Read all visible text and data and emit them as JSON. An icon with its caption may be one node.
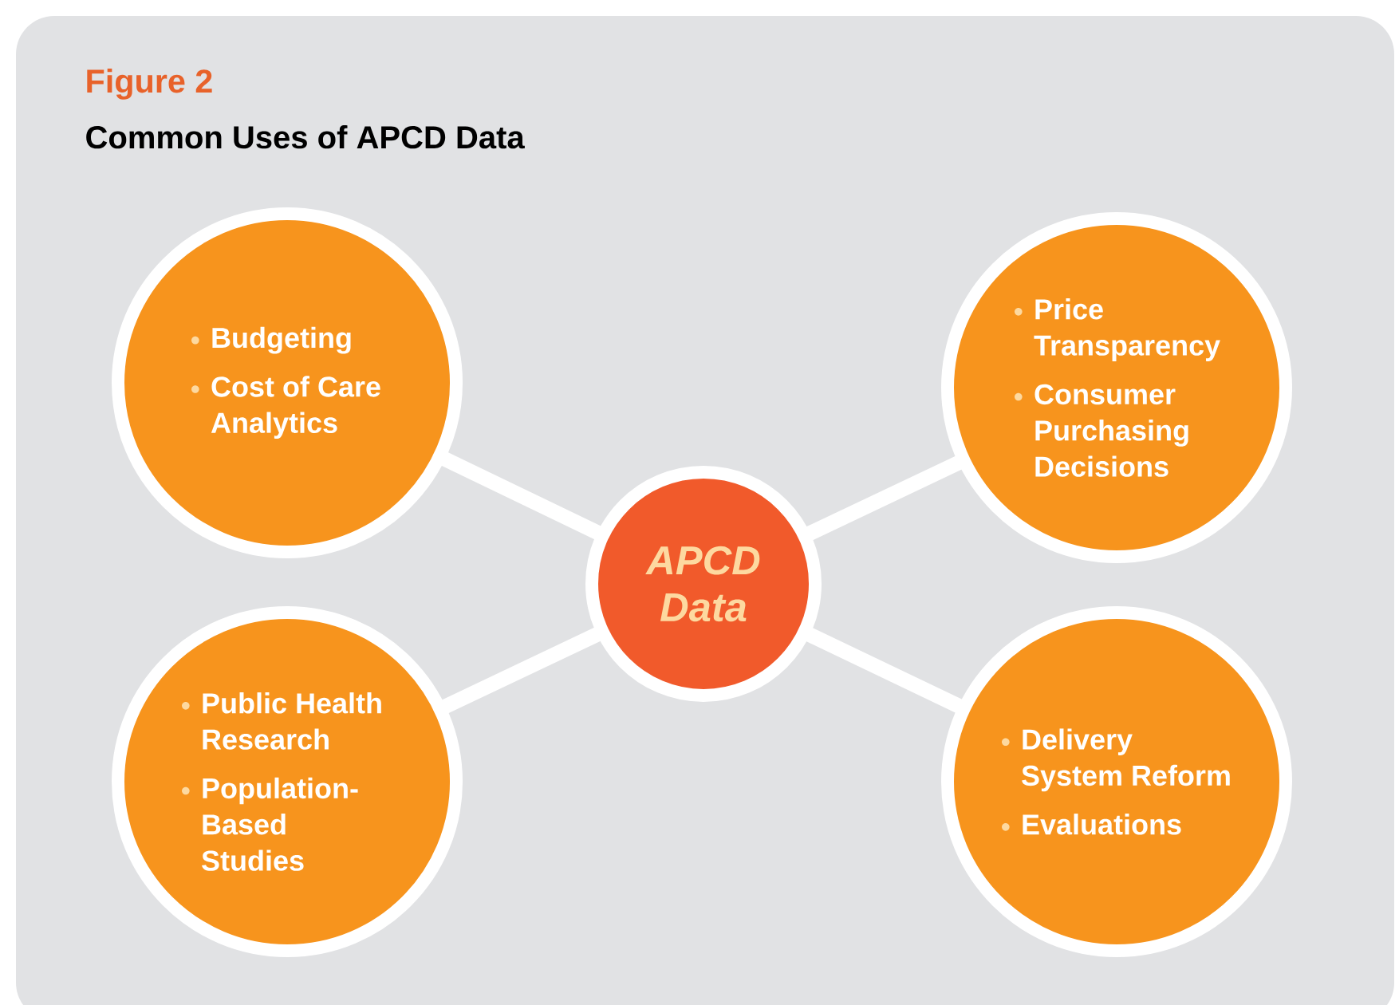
{
  "diagram": {
    "title": "Common Uses of APCD Data",
    "nodes": [
      {
        "text": [
          "Budgeting",
          "Cost of Care Analytics"
        ]
      },
      {
        "text": [
          "Price Transparency",
          "Consumer Purchasing Decisions"
        ]
      },
      {
        "text": [
          "APCD Data"
        ]
      },
      {
        "text": [
          "Public Health Research",
          "Population-Based Studies"
        ]
      },
      {
        "text": [
          "Delivery System Reform",
          "Evaluations"
        ]
      }
    ],
    "edges": [
      {
        "from": 2,
        "to": 0,
        "arrow": "none"
      },
      {
        "from": 2,
        "to": 1,
        "arrow": "none"
      },
      {
        "from": 2,
        "to": 3,
        "arrow": "none"
      },
      {
        "from": 2,
        "to": 4,
        "arrow": "none"
      }
    ],
    "labels": [
      "Figure 2"
    ]
  }
}
